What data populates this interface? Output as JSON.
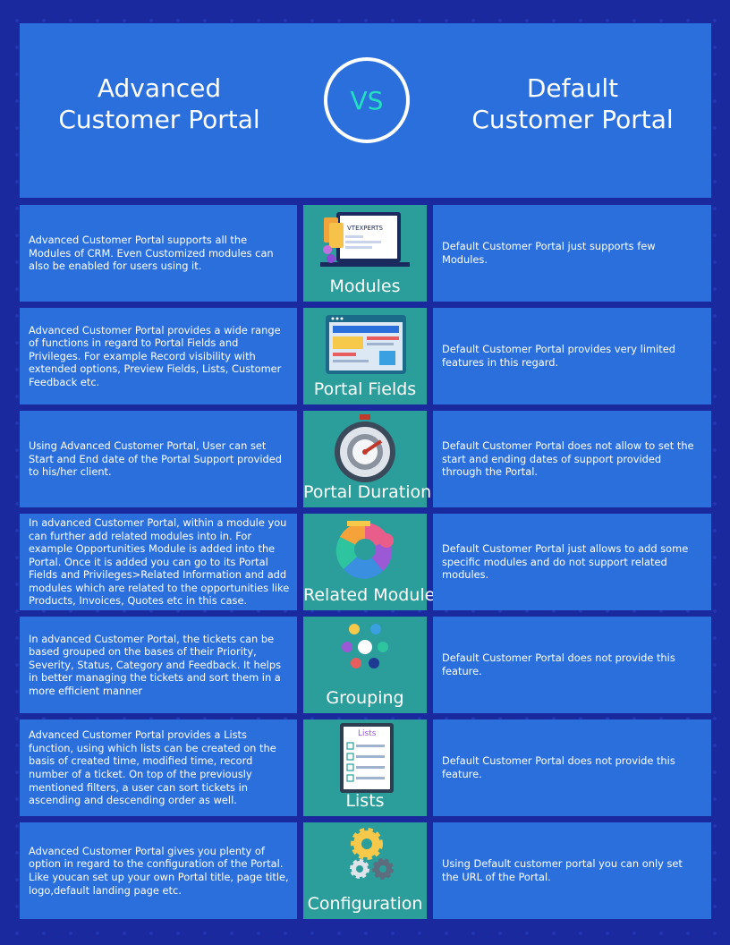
{
  "header": {
    "left_line1": "Advanced",
    "left_line2": "Customer Portal",
    "vs": "VS",
    "right_line1": "Default",
    "right_line2": "Customer Portal"
  },
  "rows": [
    {
      "feature": "Modules",
      "icon": "laptop-modules-icon",
      "advanced": "Advanced Customer Portal supports all the Modules of CRM. Even Customized modules can also be enabled for users using it.",
      "default": "Default Customer Portal just supports few Modules.",
      "logo_text": "VTEXPERTS"
    },
    {
      "feature": "Portal Fields",
      "icon": "browser-window-icon",
      "advanced": "Advanced Customer Portal provides a wide range of functions in regard to Portal Fields and Privileges. For example Record visibility with extended options, Preview Fields, Lists, Customer Feedback etc.",
      "default": "Default Customer Portal provides very limited features in this regard."
    },
    {
      "feature": "Portal Duration",
      "icon": "stopwatch-icon",
      "advanced": "Using Advanced Customer Portal, User can set Start and End date of the Portal Support provided to his/her client.",
      "default": "Default Customer Portal does not allow to set the start and ending dates of support provided through the Portal."
    },
    {
      "feature": "Related Module",
      "icon": "related-module-icon",
      "advanced": "In advanced Customer Portal, within a module you can further add related modules into in. For example Opportunities Module is added into the Portal. Once it is added you can go to its Portal Fields and Privileges>Related Information and add modules which are related to the opportunities like Products, Invoices, Quotes etc in this case.",
      "default": "Default Customer Portal just allows to add some specific modules and do not support related modules."
    },
    {
      "feature": "Grouping",
      "icon": "team-group-icon",
      "advanced": "In advanced Customer Portal, the tickets can be based grouped on the bases of their Priority, Severity, Status, Category and Feedback. It helps in better managing the tickets and sort them in a more efficient manner",
      "default": "Default Customer Portal does not provide this feature."
    },
    {
      "feature": "Lists",
      "icon": "checklist-icon",
      "advanced": "Advanced Customer Portal provides a Lists function, using which lists can be created on the basis of created time, modified time, record number of a ticket. On top of the previously mentioned filters, a user can sort tickets in ascending and descending order as well.",
      "default": "Default Customer Portal does not provide this feature.",
      "icon_label": "Lists"
    },
    {
      "feature": "Configuration",
      "icon": "gears-icon",
      "advanced": "Advanced Customer Portal gives you plenty of option in regard to the configuration of the Portal. Like youcan set up your own Portal title, page title, logo,default landing page etc.",
      "default": "Using Default customer portal you can only set the URL of the Portal."
    }
  ]
}
